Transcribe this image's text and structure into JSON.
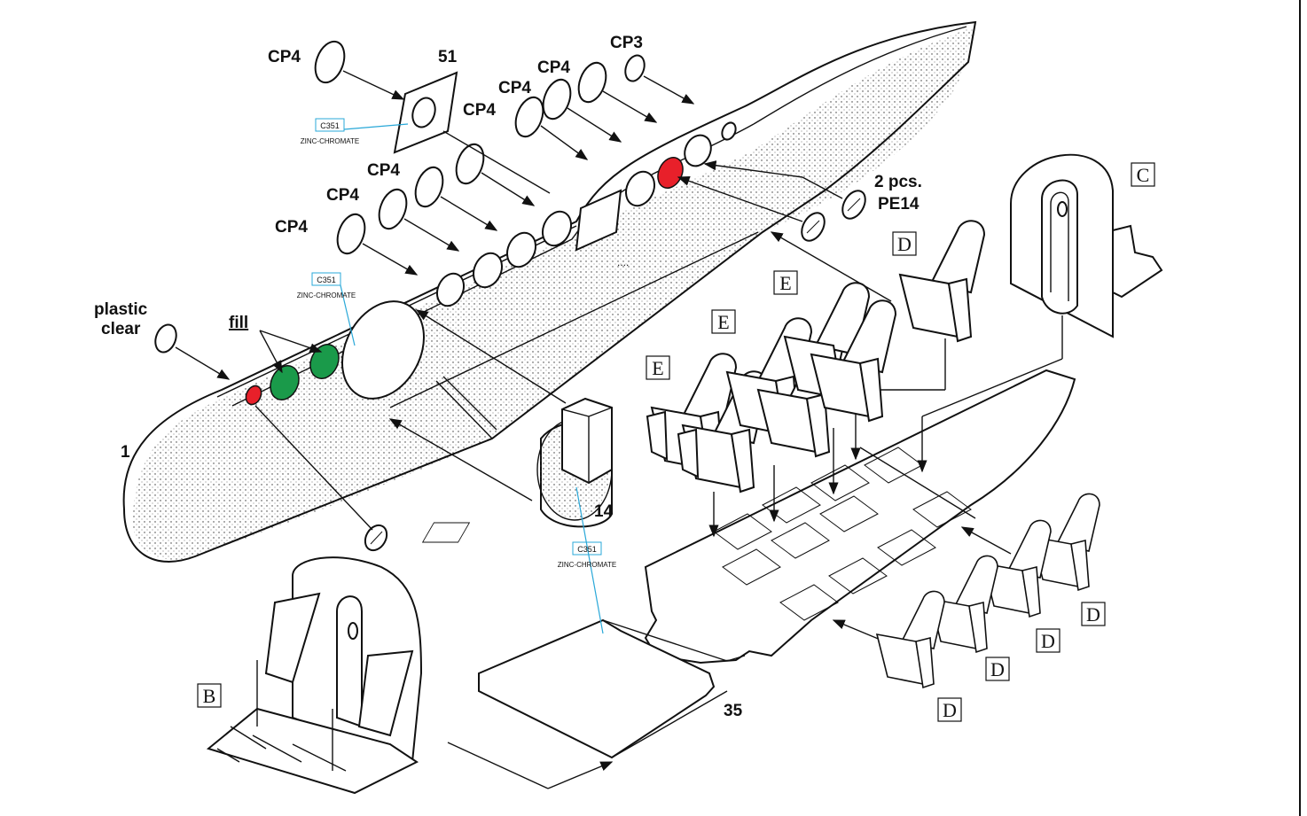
{
  "labels": {
    "cp4_top": "CP4",
    "part_51": "51",
    "cp3": "CP3",
    "cp4_b": "CP4",
    "cp4_c": "CP4",
    "cp4_d": "CP4",
    "cp4_e": "CP4",
    "cp4_f": "CP4",
    "cp4_g": "CP4",
    "two_pcs": "2 pcs.",
    "pe14": "PE14",
    "plastic": "plastic",
    "clear": "clear",
    "fill": "fill",
    "part_1": "1",
    "part_14": "14",
    "part_35": "35"
  },
  "paint_callouts": [
    {
      "code": "C351",
      "name": "ZINC-CHROMATE"
    },
    {
      "code": "C351",
      "name": "ZINC-CHROMATE"
    },
    {
      "code": "C351",
      "name": "ZINC-CHROMATE"
    }
  ],
  "sub_assemblies": {
    "b": "B",
    "c": "C",
    "d": "D",
    "e": "E"
  },
  "colors": {
    "fill_green": "#1a9a4a",
    "window_red": "#e8202a",
    "paint_callout_blue": "#29a8d8",
    "line": "#111111"
  }
}
